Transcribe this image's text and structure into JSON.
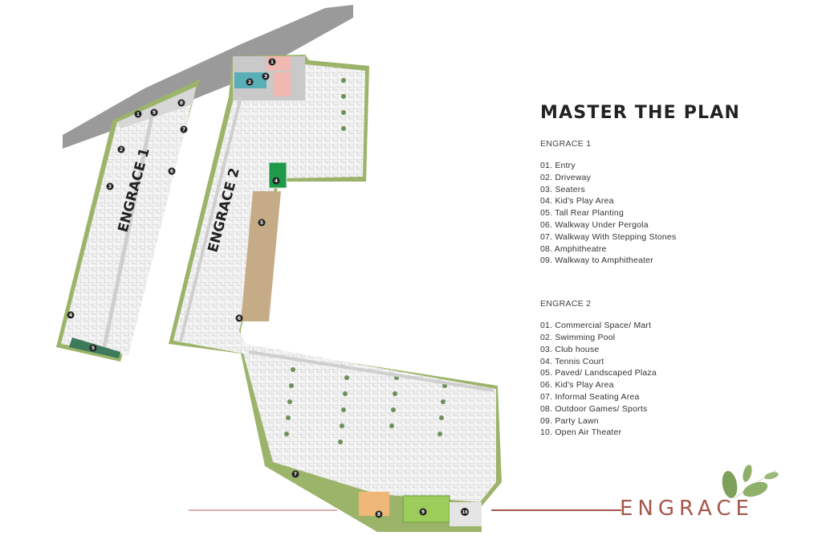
{
  "legend": {
    "title": "MASTER THE PLAN",
    "sections": [
      {
        "name": "ENGRACE 1",
        "items": [
          "01. Entry",
          "02. Driveway",
          "03. Seaters",
          "04. Kid's Play Area",
          "05. Tall Rear Planting",
          "06. Walkway Under Pergola",
          "07. Walkway With Stepping Stones",
          "08. Amphitheatre",
          "09. Walkway to Amphitheater"
        ]
      },
      {
        "name": "ENGRACE 2",
        "items": [
          "01. Commercial Space/ Mart",
          "02. Swimming Pool",
          "03. Club house",
          "04. Tennis Court",
          "05. Paved/ Landscaped Plaza",
          "06. Kid's Play Area",
          "07. Informal Seating Area",
          "08. Outdoor Games/ Sports",
          "09. Party Lawn",
          "10. Open Air Theater"
        ]
      }
    ]
  },
  "map": {
    "labels": {
      "engrace1": "ENGRACE 1",
      "engrace2": "ENGRACE 2"
    },
    "markers_engrace1": [
      "1",
      "2",
      "3",
      "4",
      "5",
      "6",
      "7",
      "8",
      "9"
    ],
    "markers_engrace2": [
      "1",
      "2",
      "3",
      "4",
      "5",
      "6",
      "7",
      "8",
      "9",
      "10"
    ]
  },
  "brand": {
    "name": "ENGRACE",
    "color": "#a4574a"
  },
  "colors": {
    "road": "#9a9a9a",
    "green_border": "#9cb46a",
    "tennis": "#1f9a4a",
    "pool": "#5aaeb5",
    "lawn": "#9ccc5a",
    "clubhouse": "#f0b8b0",
    "sports": "#f0b878"
  }
}
